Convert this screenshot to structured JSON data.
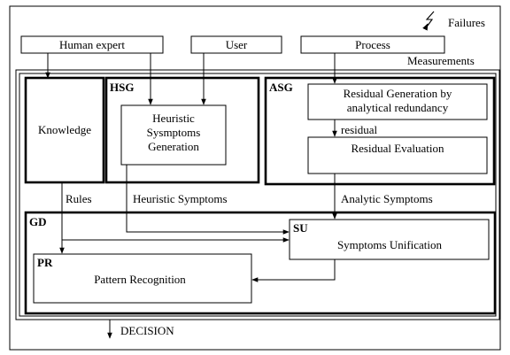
{
  "failures_label": "Failures",
  "measurements_label": "Measurements",
  "human_expert": "Human expert",
  "user": "User",
  "process": "Process",
  "knowledge": "Knowledge",
  "hsg_tag": "HSG",
  "heuristic_gen_lines": [
    "Heuristic",
    "Sysmptoms",
    "Generation"
  ],
  "asg_tag": "ASG",
  "residual_gen_lines": [
    "Residual Generation by",
    "analytical redundancy"
  ],
  "residual_label": "residual",
  "residual_eval": "Residual Evaluation",
  "rules_label": "Rules",
  "heuristic_symptoms": "Heuristic Symptoms",
  "analytic_symptoms": "Analytic Symptoms",
  "gd_tag": "GD",
  "su_tag": "SU",
  "symptoms_unification": "Symptoms Unification",
  "pr_tag": "PR",
  "pattern_recognition": "Pattern Recognition",
  "decision_label": "DECISION",
  "icons": {
    "failures": "lightning-bolt-icon"
  }
}
